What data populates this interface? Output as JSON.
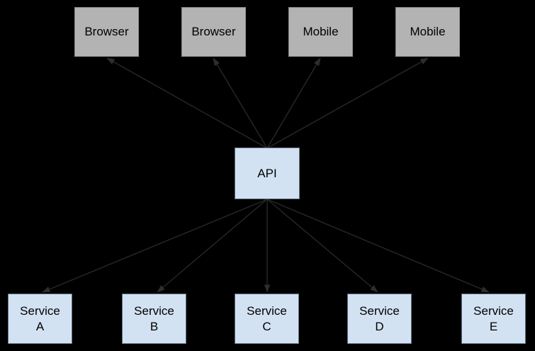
{
  "diagram": {
    "clients": [
      {
        "label": "Browser"
      },
      {
        "label": "Browser"
      },
      {
        "label": "Mobile"
      },
      {
        "label": "Mobile"
      }
    ],
    "gateway": {
      "label": "API"
    },
    "services": [
      {
        "label": "Service\nA"
      },
      {
        "label": "Service\nB"
      },
      {
        "label": "Service\nC"
      },
      {
        "label": "Service\nD"
      },
      {
        "label": "Service\nE"
      }
    ],
    "colors": {
      "background": "#000000",
      "client_fill": "#b3b3b3",
      "client_border": "#8c8c8c",
      "api_service_fill": "#d3e2f2",
      "api_service_border": "#5d6f80",
      "text": "#000000",
      "edge": "#282828"
    }
  }
}
